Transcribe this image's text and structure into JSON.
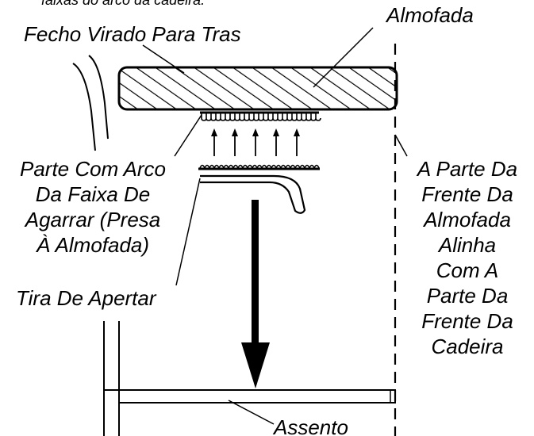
{
  "header_cut_text": "faixas do arco da cadeira.",
  "labels": {
    "almofada": "Almofada",
    "fecho": "Fecho Virado Para Tras",
    "parte_arco": [
      "Parte Com Arco",
      "Da Faixa De",
      "Agarrar (Presa",
      "À Almofada)"
    ],
    "tira": "Tira De Apertar",
    "frente": [
      "A Parte Da",
      "Frente Da",
      "Almofada",
      "Alinha",
      "Com A",
      "Parte Da",
      "Frente Da",
      "Cadeira"
    ],
    "assento": "Assento"
  },
  "colors": {
    "ink": "#000000",
    "background": "#ffffff"
  }
}
